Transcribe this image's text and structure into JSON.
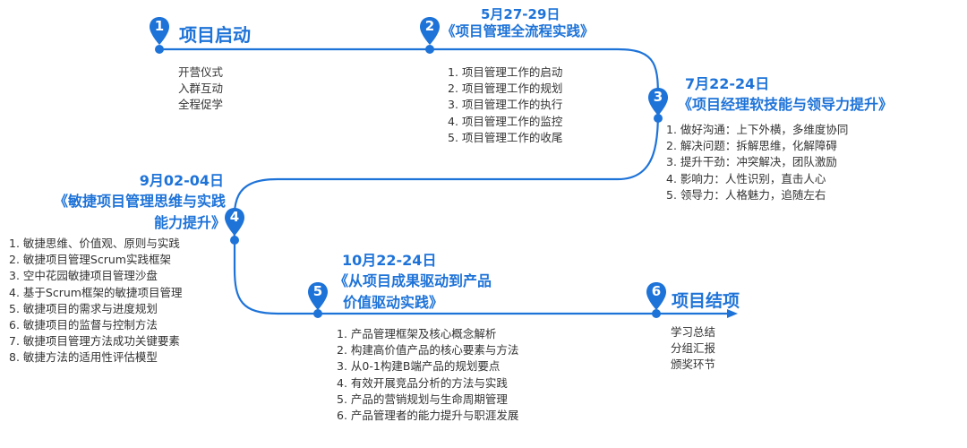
{
  "colors": {
    "accent": "#1e73d8",
    "text": "#333333"
  },
  "steps": [
    {
      "num": "1",
      "title": "项目启动",
      "items": [
        "开营仪式",
        "入群互动",
        "全程促学"
      ]
    },
    {
      "num": "2",
      "date": "5月27-29日",
      "title": "《项目管理全流程实践》",
      "items": [
        "1. 项目管理工作的启动",
        "2. 项目管理工作的规划",
        "3. 项目管理工作的执行",
        "4. 项目管理工作的监控",
        "5. 项目管理工作的收尾"
      ]
    },
    {
      "num": "3",
      "date": "7月22-24日",
      "title": "《项目经理软技能与领导力提升》",
      "items": [
        "1. 做好沟通：上下外横，多维度协同",
        "2. 解决问题：拆解思维，化解障碍",
        "3. 提升干劲：冲突解决，团队激励",
        "4. 影响力：人性识别，直击人心",
        "5. 领导力：人格魅力，追随左右"
      ]
    },
    {
      "num": "4",
      "date": "9月02-04日",
      "title_line1": "《敏捷项目管理思维与实践",
      "title_line2": "能力提升》",
      "items": [
        "1. 敏捷思维、价值观、原则与实践",
        "2. 敏捷项目管理Scrum实践框架",
        "3. 空中花园敏捷项目管理沙盘",
        "4. 基于Scrum框架的敏捷项目管理",
        "5. 敏捷项目的需求与进度规划",
        "6. 敏捷项目的监督与控制方法",
        "7. 敏捷项目管理方法成功关键要素",
        "8. 敏捷方法的适用性评估模型"
      ]
    },
    {
      "num": "5",
      "date": "10月22-24日",
      "title_line1": "《从项目成果驱动到产品",
      "title_line2": "价值驱动实践》",
      "items": [
        "1. 产品管理框架及核心概念解析",
        "2. 构建高价值产品的核心要素与方法",
        "3. 从0-1构建B端产品的规划要点",
        "4. 有效开展竞品分析的方法与实践",
        "5. 产品的营销规划与生命周期管理",
        "6. 产品管理者的能力提升与职涯发展"
      ]
    },
    {
      "num": "6",
      "title": "项目结项",
      "items": [
        "学习总结",
        "分组汇报",
        "颁奖环节"
      ]
    }
  ]
}
